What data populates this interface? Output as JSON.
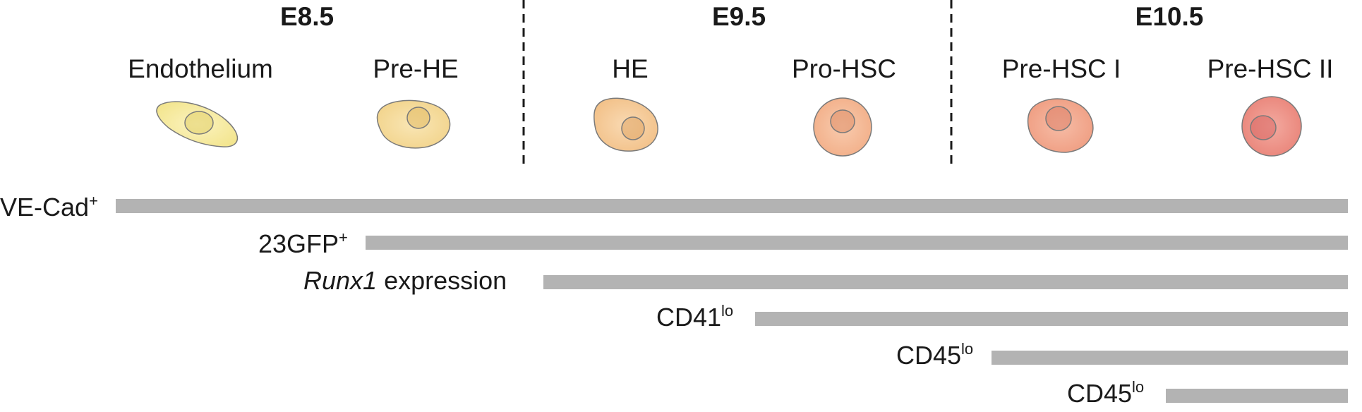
{
  "stages": [
    {
      "label": "E8.5"
    },
    {
      "label": "E9.5"
    },
    {
      "label": "E10.5"
    }
  ],
  "cells": [
    {
      "label": "Endothelium",
      "color": "#f3e58f"
    },
    {
      "label": "Pre-HE",
      "color": "#f2d38a"
    },
    {
      "label": "HE",
      "color": "#f2c087"
    },
    {
      "label": "Pro-HSC",
      "color": "#f2ad86"
    },
    {
      "label": "Pre-HSC I",
      "color": "#ef9c80"
    },
    {
      "label": "Pre-HSC II",
      "color": "#e98277"
    }
  ],
  "markers": [
    {
      "main": "VE-Cad",
      "sup": "+",
      "italic_part": "",
      "starts_at": "Endothelium"
    },
    {
      "main": "23GFP",
      "sup": "+",
      "italic_part": "",
      "starts_at": "Pre-HE"
    },
    {
      "main": "expression",
      "sup": "",
      "italic_part": "Runx1",
      "starts_at": "HE"
    },
    {
      "main": "CD41",
      "sup": "lo",
      "italic_part": "",
      "starts_at": "Pro-HSC"
    },
    {
      "main": "CD45",
      "sup": "lo",
      "italic_part": "",
      "starts_at": "Pre-HSC I"
    },
    {
      "main": "CD45",
      "sup": "lo",
      "italic_part": "",
      "starts_at": "Pre-HSC II"
    }
  ],
  "colors": {
    "bar": "#b3b3b3",
    "text": "#1a1a1a"
  }
}
